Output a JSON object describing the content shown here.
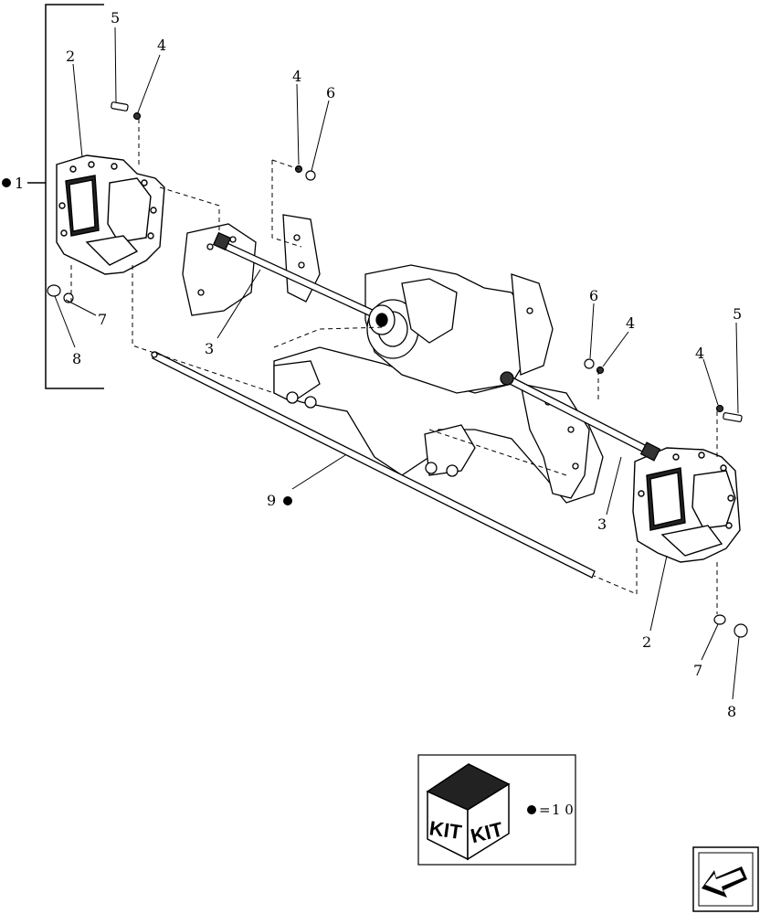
{
  "callouts": {
    "c1": "1",
    "c2_left": "2",
    "c2_right": "2",
    "c3_left": "3",
    "c3_right": "3",
    "c4_a": "4",
    "c4_b": "4",
    "c4_c": "4",
    "c4_d": "4",
    "c5_left": "5",
    "c5_right": "5",
    "c6_a": "6",
    "c6_b": "6",
    "c7_left": "7",
    "c7_right": "7",
    "c8_left": "8",
    "c8_right": "8",
    "c9": "9"
  },
  "kit_legend": {
    "face_left": "KIT",
    "face_right": "KIT",
    "equals": "=",
    "value": "1 0"
  },
  "nav": {
    "icon": "next-page-arrow-icon"
  }
}
